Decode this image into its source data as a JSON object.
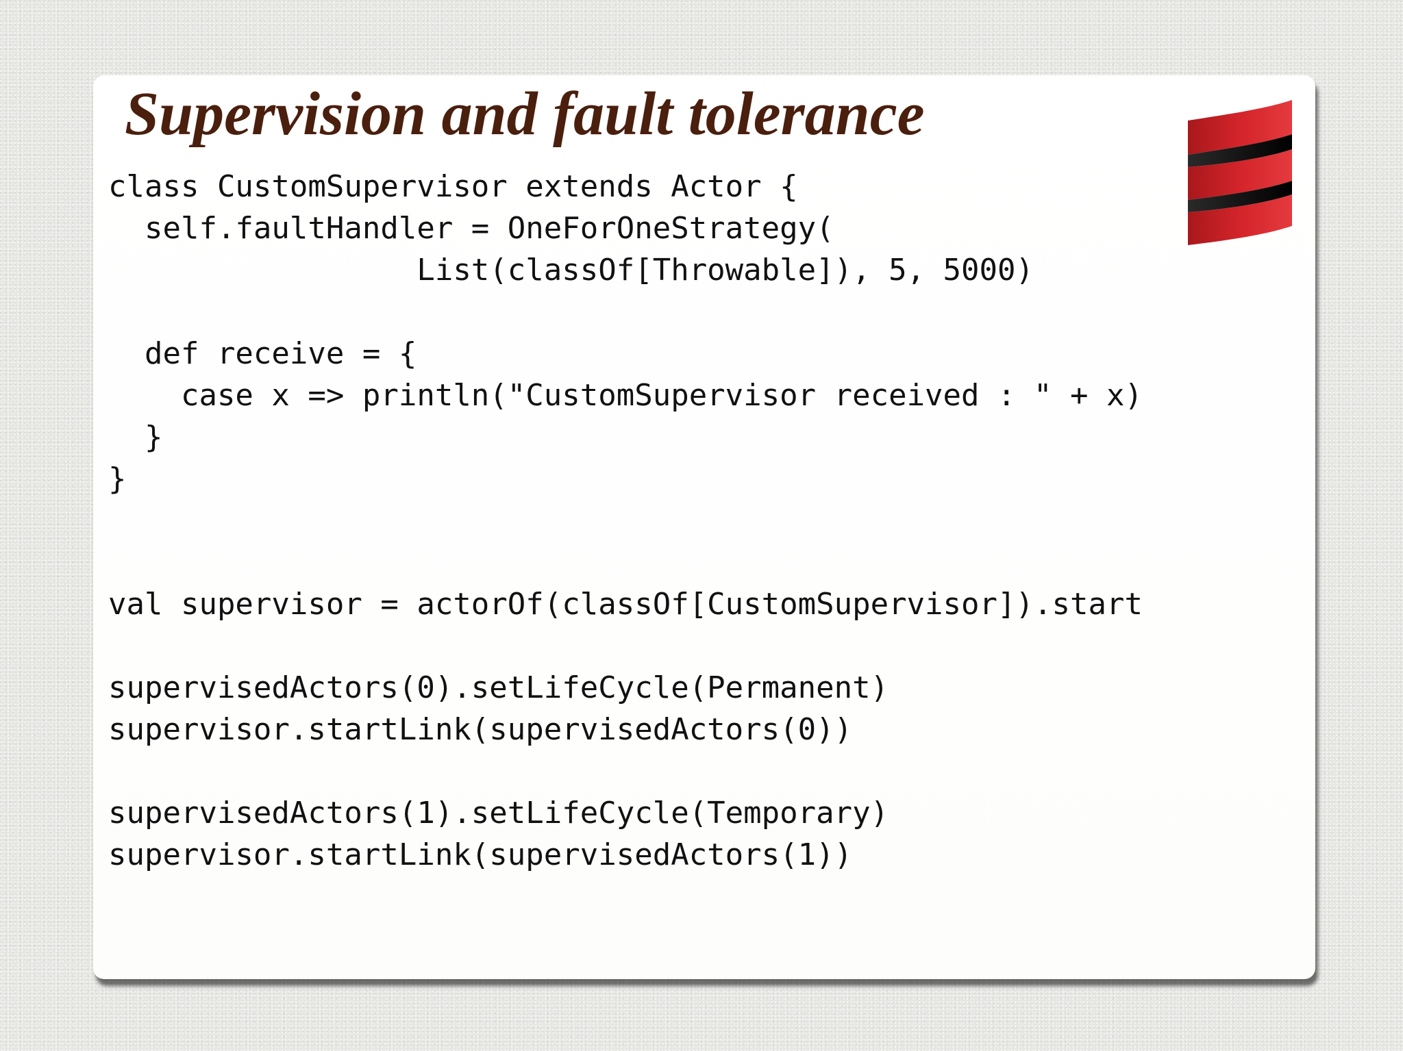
{
  "slide": {
    "title": "Supervision and fault tolerance",
    "logo_icon": "scala-logo-icon",
    "code_lines": [
      "class CustomSupervisor extends Actor {",
      "  self.faultHandler = OneForOneStrategy(",
      "                 List(classOf[Throwable]), 5, 5000)",
      "",
      "  def receive = {",
      "    case x => println(\"CustomSupervisor received : \" + x)",
      "  }",
      "}",
      "",
      "",
      "val supervisor = actorOf(classOf[CustomSupervisor]).start",
      "",
      "supervisedActors(0).setLifeCycle(Permanent)",
      "supervisor.startLink(supervisedActors(0))",
      "",
      "supervisedActors(1).setLifeCycle(Temporary)",
      "supervisor.startLink(supervisedActors(1))"
    ]
  },
  "colors": {
    "title": "#4a1f0e",
    "logo_red": "#d3242a",
    "logo_dark": "#1a1a1a"
  }
}
